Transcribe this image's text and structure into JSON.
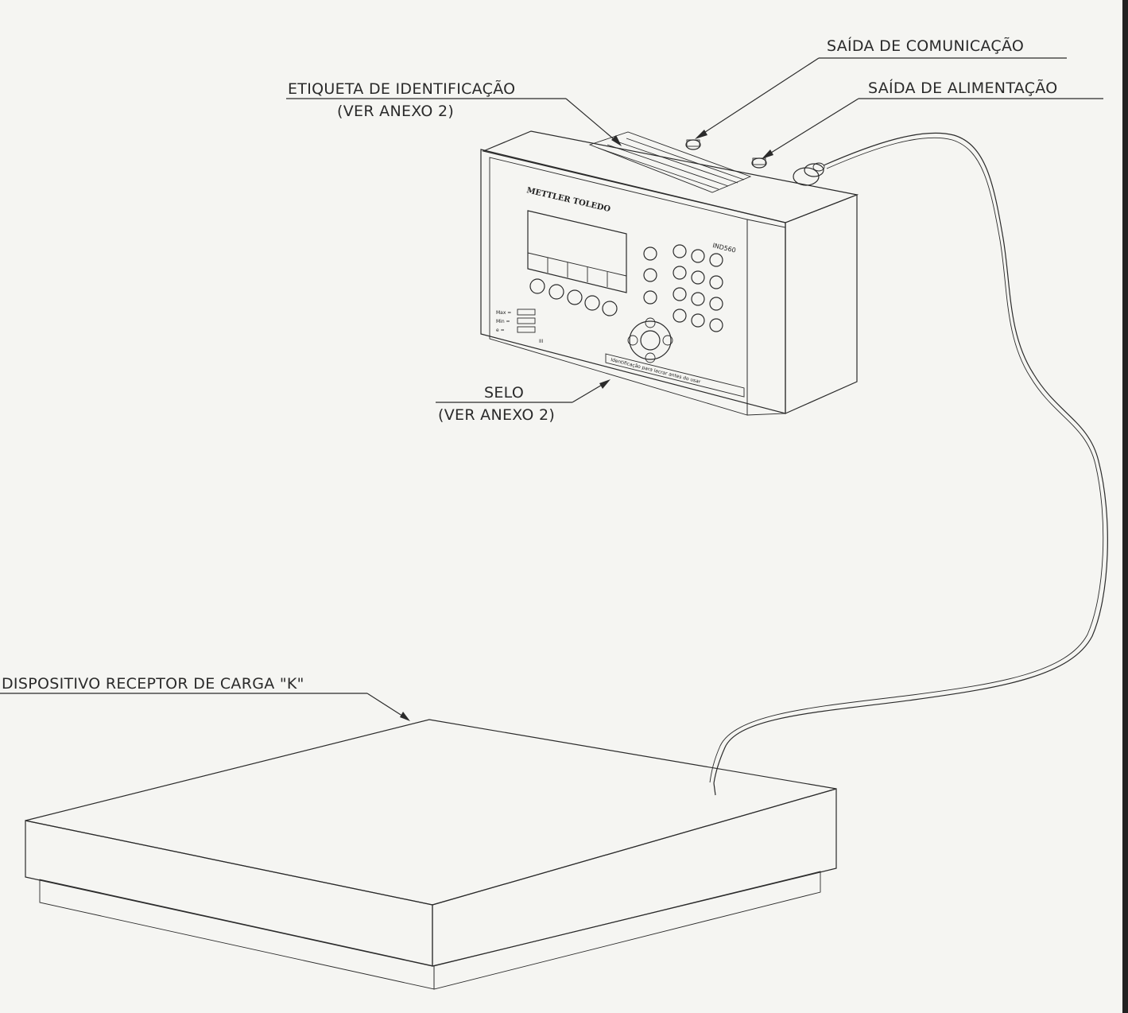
{
  "labels": {
    "communication_output": "SAÍDA DE COMUNICAÇÃO",
    "power_output": "SAÍDA DE ALIMENTAÇÃO",
    "id_tag_line1": "ETIQUETA DE IDENTIFICAÇÃO",
    "id_tag_line2": "(VER ANEXO 2)",
    "seal_line1": "SELO",
    "seal_line2": "(VER ANEXO 2)",
    "load_receptor": "DISPOSITIVO RECEPTOR DE CARGA \"K\""
  },
  "indicator": {
    "brand": "METTLER TOLEDO",
    "model": "IND560",
    "side_labels": [
      "Max =",
      "Min =",
      "e ="
    ],
    "class_mark": "III",
    "seal_strip": "Identificação para lacrar antes do usar"
  },
  "colors": {
    "paper": "#f5f5f2",
    "ink": "#2b2b2b"
  }
}
